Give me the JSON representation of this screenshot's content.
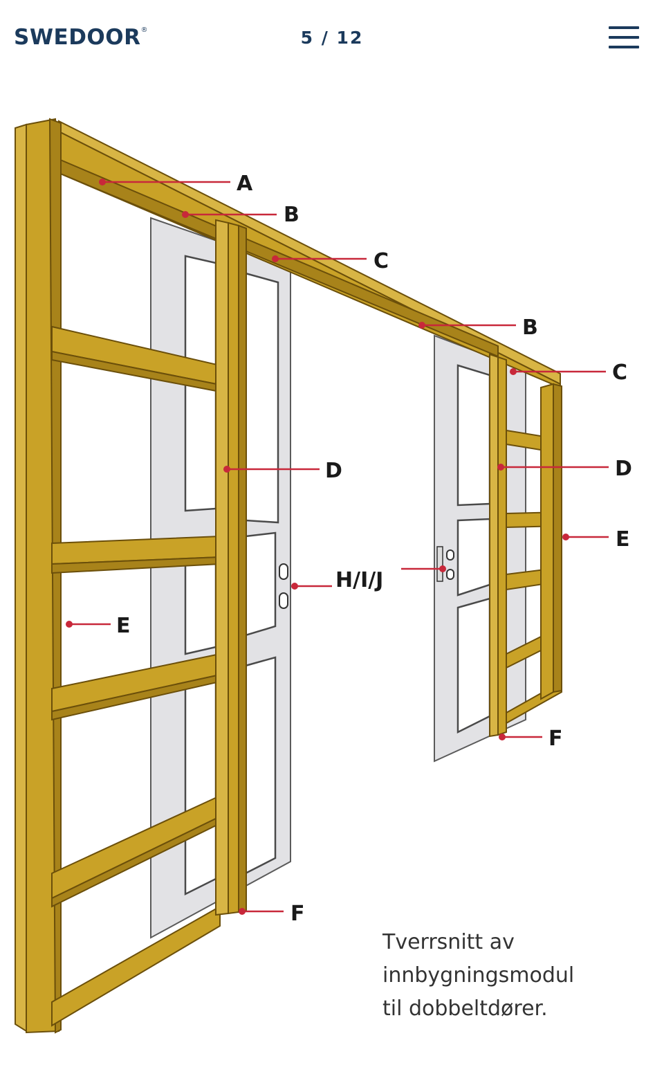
{
  "header": {
    "logo_text": "SWEDOOR",
    "logo_mark": "®",
    "page_indicator": "5 / 12",
    "menu_icon": "hamburger-menu-icon"
  },
  "diagram": {
    "labels": {
      "a": "A",
      "b1": "B",
      "b2": "B",
      "c1": "C",
      "c2": "C",
      "d1": "D",
      "d2": "D",
      "e1": "E",
      "e2": "E",
      "f1": "F",
      "f2": "F",
      "hij": "H/I/J"
    },
    "colors": {
      "wood": "#c9a227",
      "wood_dark": "#8a6a10",
      "door": "#e2e2e5",
      "leader": "#c8283a"
    }
  },
  "caption": {
    "line1": "Tverrsnitt av",
    "line2": "innbygningsmodul",
    "line3": "til dobbeltdører."
  }
}
